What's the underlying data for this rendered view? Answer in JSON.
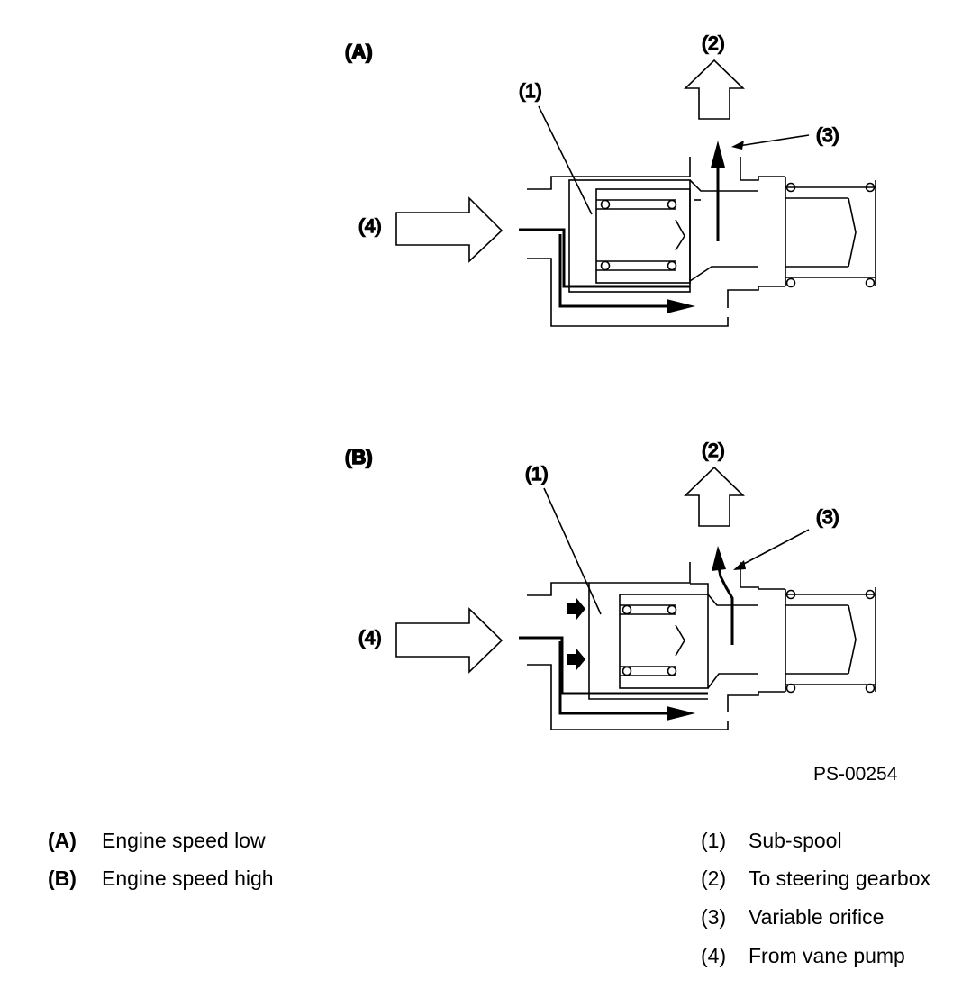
{
  "figure": {
    "panels": [
      {
        "label": "(A)"
      },
      {
        "label": "(B)"
      }
    ],
    "callouts": [
      "(1)",
      "(2)",
      "(3)",
      "(4)"
    ],
    "figure_id": "PS-00254"
  },
  "legend_left": [
    {
      "code": "(A)",
      "text": "Engine speed low"
    },
    {
      "code": "(B)",
      "text": "Engine speed high"
    }
  ],
  "legend_right": [
    {
      "code": "(1)",
      "text": "Sub-spool"
    },
    {
      "code": "(2)",
      "text": "To steering gearbox"
    },
    {
      "code": "(3)",
      "text": "Variable orifice"
    },
    {
      "code": "(4)",
      "text": "From vane pump"
    }
  ]
}
